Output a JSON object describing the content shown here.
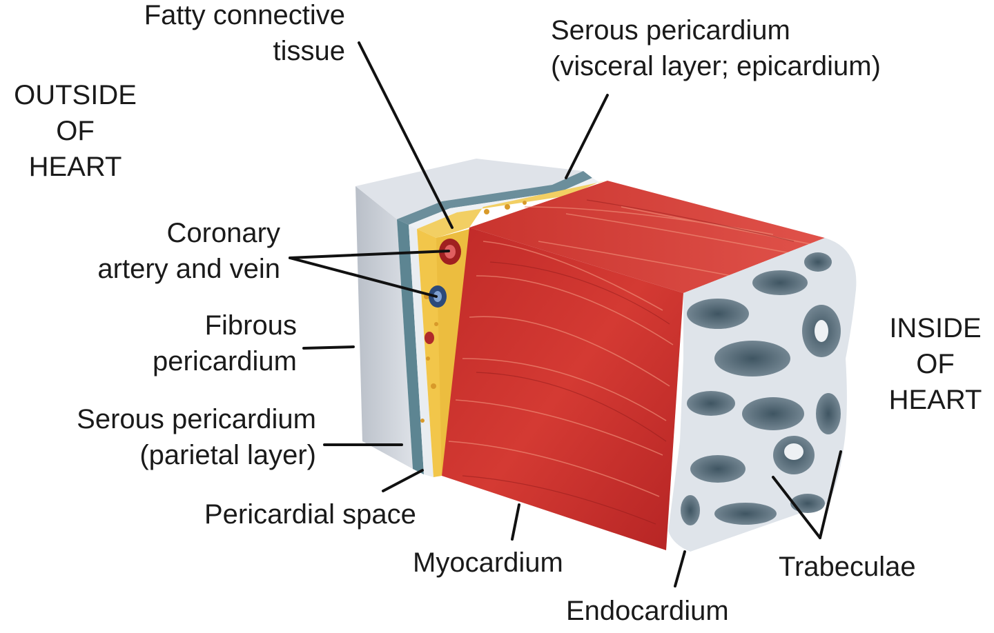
{
  "labels": {
    "fatty": [
      "Fatty connective",
      "tissue"
    ],
    "serous_visceral": [
      "Serous pericardium",
      "(visceral layer; epicardium)"
    ],
    "outside": [
      "OUTSIDE",
      "OF",
      "HEART"
    ],
    "coronary": [
      "Coronary",
      "artery and vein"
    ],
    "fibrous": [
      "Fibrous",
      "pericardium"
    ],
    "serous_parietal": [
      "Serous pericardium",
      "(parietal layer)"
    ],
    "pericardial_space": "Pericardial space",
    "myocardium": "Myocardium",
    "endocardium": "Endocardium",
    "trabeculae": "Trabeculae",
    "inside": [
      "INSIDE",
      "OF",
      "HEART"
    ]
  },
  "colors": {
    "muscle": "#c9302c",
    "muscle_dark": "#a8201f",
    "fat": "#f2c64a",
    "fibrous": "#c9ced6",
    "serous": "#5d8592",
    "trabeculae": "#dfe4ea",
    "cavity": "#5f7380"
  }
}
